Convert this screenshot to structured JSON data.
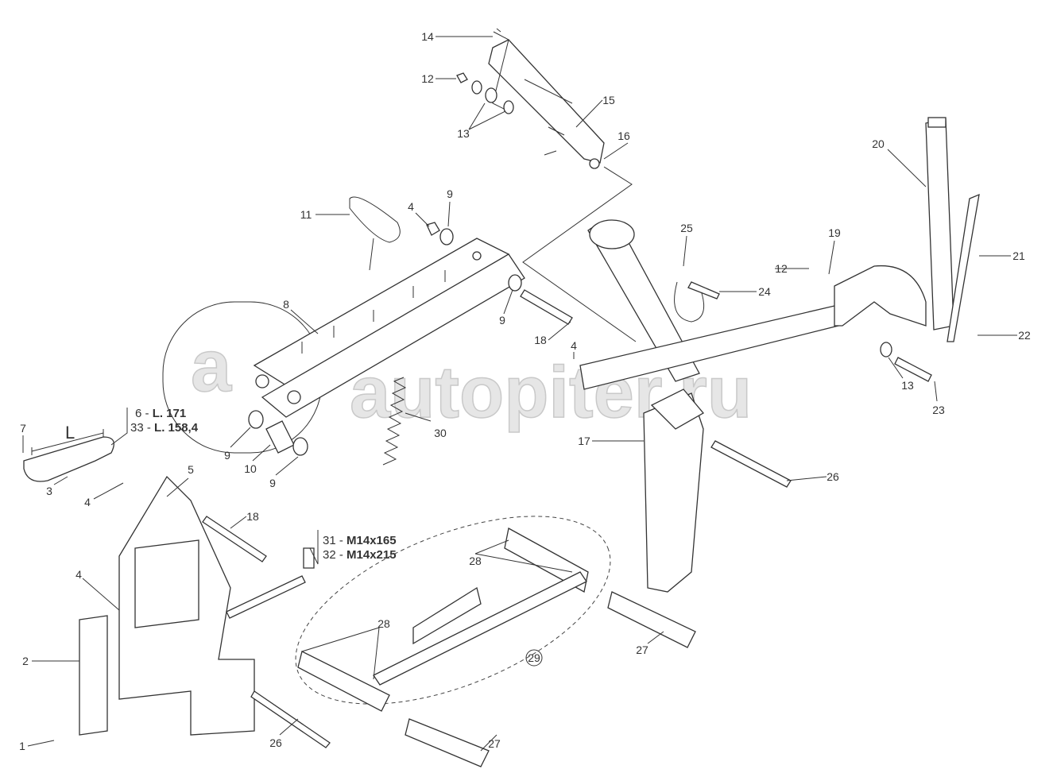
{
  "watermark": {
    "logo_letter": "a",
    "text": "autopiter.ru"
  },
  "dimension_label": "L",
  "spec_table_1": [
    {
      "part": "6",
      "sep": "-",
      "value": "L. 171"
    },
    {
      "part": "33",
      "sep": "-",
      "value": "L. 158,4"
    }
  ],
  "spec_table_2": [
    {
      "part": "31",
      "sep": "-",
      "value": "M14x165"
    },
    {
      "part": "32",
      "sep": "-",
      "value": "M14x215"
    }
  ],
  "labels": [
    "14",
    "12",
    "13",
    "15",
    "16",
    "20",
    "9",
    "4",
    "11",
    "25",
    "19",
    "12",
    "24",
    "21",
    "8",
    "9",
    "18",
    "22",
    "4",
    "13",
    "30",
    "23",
    "7",
    "17",
    "9",
    "10",
    "9",
    "3",
    "5",
    "26",
    "4",
    "18",
    "28",
    "4",
    "27",
    "28",
    "29",
    "2",
    "26",
    "27",
    "1"
  ]
}
